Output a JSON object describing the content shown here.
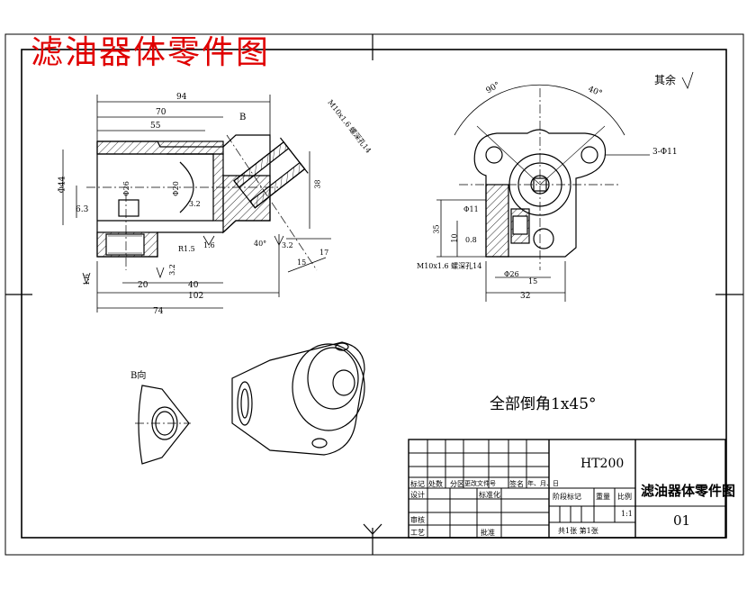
{
  "header": {
    "title": "滤油器体零件图"
  },
  "notes": {
    "surface_finish_other": "其余",
    "chamfer_note": "全部倒角1x45°",
    "view_b_label": "B向",
    "view_arrow_b": "B"
  },
  "dimensions": {
    "d94": "94",
    "d70": "70",
    "d55": "55",
    "d102": "102",
    "d74": "74",
    "d20": "20",
    "d40": "40",
    "d32": "32",
    "d15": "15",
    "d17": "17",
    "d35": "35",
    "d38": "38",
    "d10": "10",
    "r1": "R1.5",
    "ra63": "6.3",
    "ra32": "3.2",
    "ra16": "1.6",
    "ra08": "0.8",
    "ang90": "90°",
    "ang40": "40°",
    "phi_bore": "Φ26",
    "phi44": "Φ44",
    "phi20": "Φ20",
    "thread_note": "M10x1.6 螺深孔14",
    "hole_note": "3-Φ11",
    "phi11": "Φ11"
  },
  "title_block": {
    "material": "HT200",
    "part_name": "滤油器体零件图",
    "drawing_no": "01",
    "scale": "1:1",
    "rev_headers": [
      "标记",
      "处数",
      "分区",
      "更改文件号",
      "签名",
      "年、月、日"
    ],
    "design": "设计",
    "standardize": "标准化",
    "stage_label": "阶段标记",
    "weight_label": "重量",
    "scale_label": "比例",
    "review": "审核",
    "process": "工艺",
    "approve": "批准",
    "sheets": "共1张 第1张"
  }
}
